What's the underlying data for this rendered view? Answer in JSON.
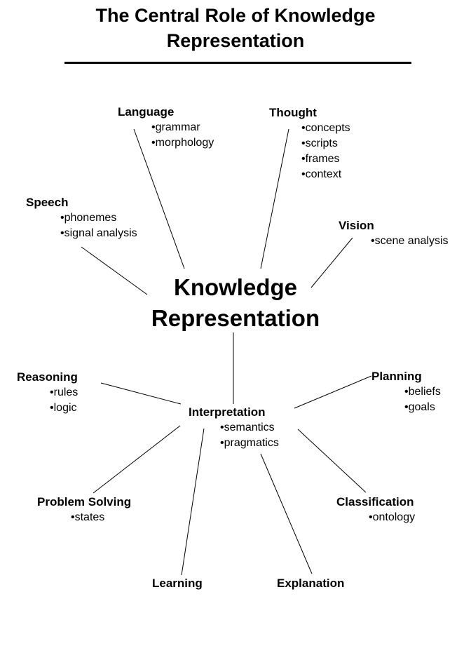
{
  "title": "The Central Role of Knowledge Representation",
  "center": {
    "line1": "Knowledge",
    "line2": "Representation"
  },
  "nodes": {
    "language": {
      "label": "Language",
      "items": [
        "grammar",
        "morphology"
      ]
    },
    "thought": {
      "label": "Thought",
      "items": [
        "concepts",
        "scripts",
        "frames",
        "context"
      ]
    },
    "speech": {
      "label": "Speech",
      "items": [
        "phonemes",
        "signal analysis"
      ]
    },
    "vision": {
      "label": "Vision",
      "items": [
        "scene analysis"
      ]
    },
    "reasoning": {
      "label": "Reasoning",
      "items": [
        "rules",
        "logic"
      ]
    },
    "planning": {
      "label": "Planning",
      "items": [
        "beliefs",
        "goals"
      ]
    },
    "interpretation": {
      "label": "Interpretation",
      "items": [
        "semantics",
        "pragmatics"
      ]
    },
    "problem_solving": {
      "label": "Problem Solving",
      "items": [
        "states"
      ]
    },
    "classification": {
      "label": "Classification",
      "items": [
        "ontology"
      ]
    },
    "learning": {
      "label": "Learning",
      "items": []
    },
    "explanation": {
      "label": "Explanation",
      "items": []
    }
  }
}
